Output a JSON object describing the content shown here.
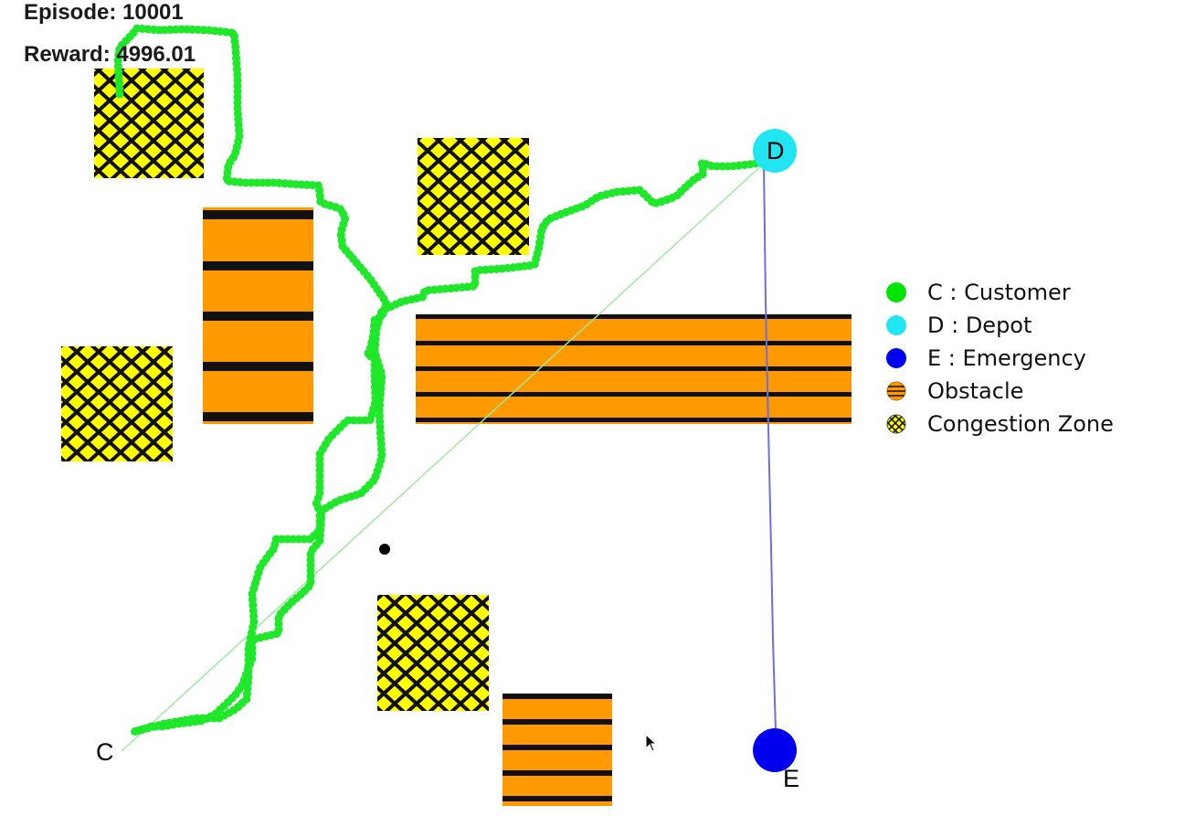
{
  "hud": {
    "episode_text": "Episode: 10001",
    "reward_text": "Reward: 4996.01"
  },
  "nodes": {
    "customer_label": "C",
    "depot_label": "D",
    "emergency_label": "E"
  },
  "legend": {
    "items": [
      {
        "symbol": "customer-dot",
        "label": "C : Customer",
        "color": "#00e600"
      },
      {
        "symbol": "depot-dot",
        "label": "D : Depot",
        "color": "#22e5f2"
      },
      {
        "symbol": "emergency-dot",
        "label": "E : Emergency",
        "color": "#0000ee"
      },
      {
        "symbol": "obstacle-swatch",
        "label": "Obstacle",
        "color": "#ff9900"
      },
      {
        "symbol": "congestion-swatch",
        "label": "Congestion Zone",
        "color": "#ffff00"
      }
    ]
  },
  "colors": {
    "agent_path": "#1fe82b",
    "direct_route": "#9fe89f",
    "emergency_route": "#6d6fe0",
    "obstacle_fill": "#ff9900",
    "congestion_fill": "#ffff00",
    "hatch_stroke": "#111111"
  }
}
